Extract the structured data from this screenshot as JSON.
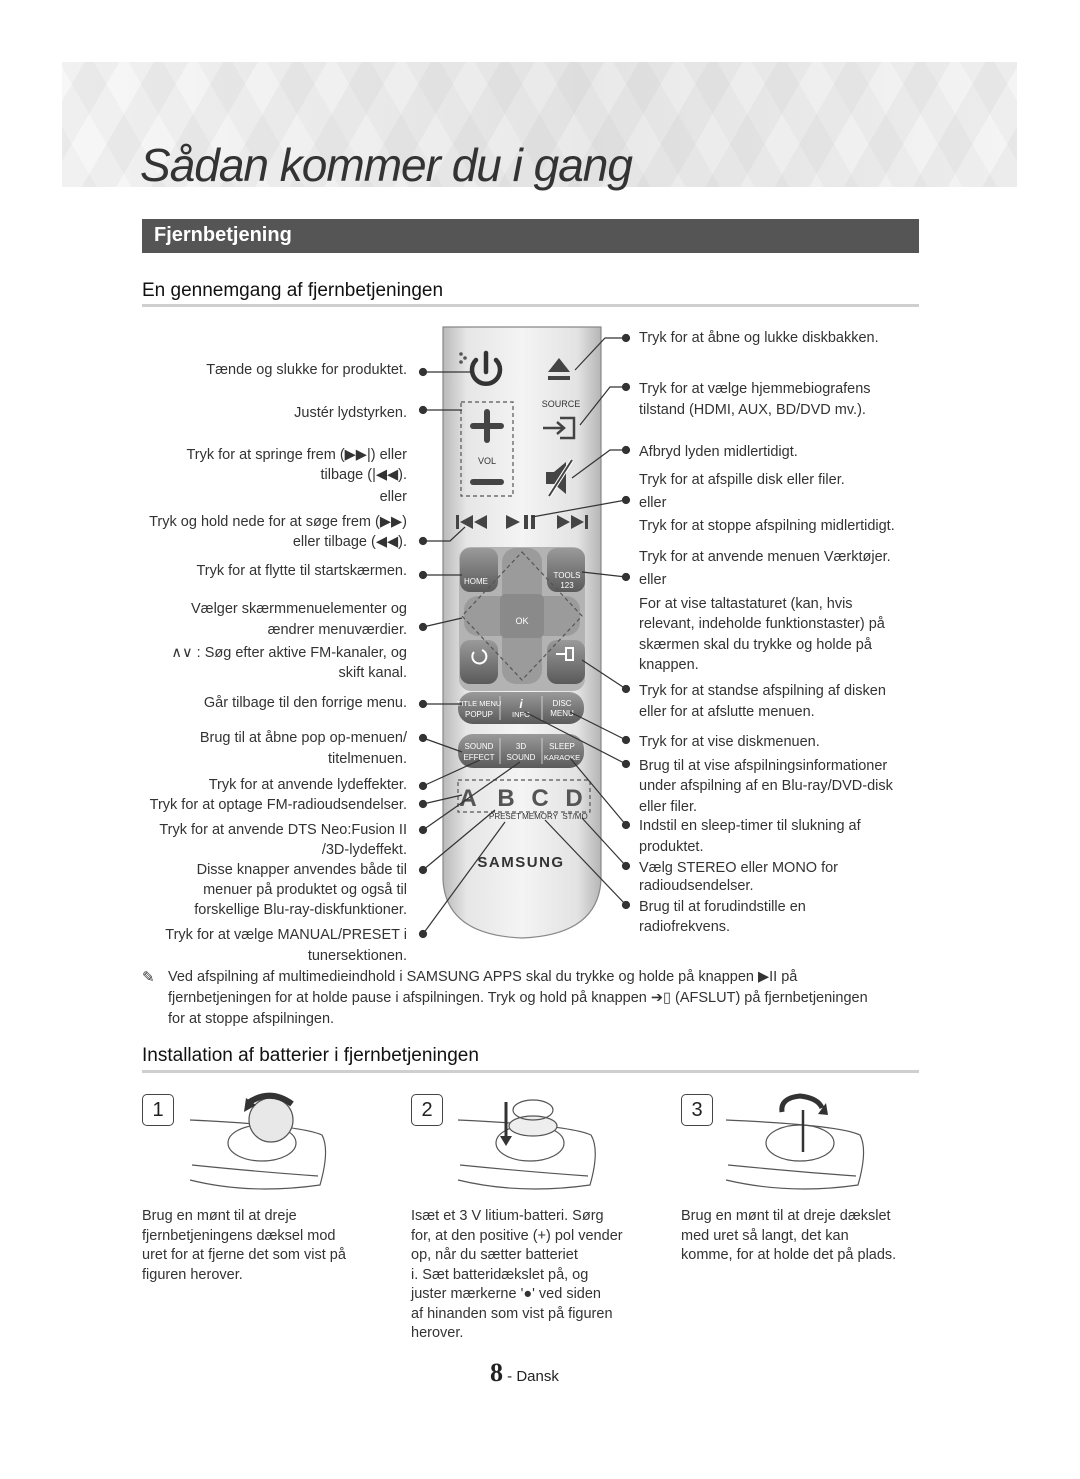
{
  "header": {
    "title": "Sådan kommer du i gang",
    "section": "Fjernbetjening"
  },
  "overview": {
    "heading": "En gennemgang af fjernbetjeningen",
    "left_labels": [
      "Tænde og slukke for produktet.",
      "Justér lydstyrken.",
      "Tryk for at springe frem (▶▶|) eller",
      "tilbage (|◀◀).",
      "eller",
      "Tryk og hold nede for at søge frem (▶▶)",
      "eller tilbage (◀◀).",
      "Tryk for at flytte til startskærmen.",
      "Vælger skærmmenuelementer og",
      "ændrer menuværdier.",
      "∧∨ : Søg efter aktive FM-kanaler, og",
      "skift kanal.",
      "Går tilbage til den forrige menu.",
      "Brug til at åbne pop op-menuen/",
      "titelmenuen.",
      "Tryk for at anvende lydeffekter.",
      "Tryk for at optage FM-radioudsendelser.",
      "Tryk for at anvende DTS Neo:Fusion II",
      "/3D-lydeffekt.",
      "Disse knapper anvendes både til",
      "menuer på produktet og også til",
      "forskellige Blu-ray-diskfunktioner.",
      "Tryk for at vælge MANUAL/PRESET i",
      "tunersektionen."
    ],
    "right_labels": [
      "Tryk for at åbne og lukke diskbakken.",
      "Tryk for at vælge hjemmebiografens",
      "tilstand (HDMI, AUX, BD/DVD mv.).",
      "Afbryd lyden midlertidigt.",
      "Tryk for at afspille disk eller filer.",
      "eller",
      "Tryk for at stoppe afspilning midlertidigt.",
      "Tryk for at anvende menuen Værktøjer.",
      "eller",
      "For at vise taltastaturet (kan, hvis",
      "relevant, indeholde funktionstaster) på",
      "skærmen skal du trykke og holde på",
      "knappen.",
      "Tryk for at standse afspilning af disken",
      "eller for at afslutte menuen.",
      "Tryk for at vise diskmenuen.",
      "Brug til at vise afspilningsinformationer",
      "under afspilning af en Blu-ray/DVD-disk",
      "eller filer.",
      "Indstil en sleep-timer til slukning af",
      "produktet.",
      "Vælg STEREO eller MONO for",
      "radioudsendelser.",
      "Brug til at forudindstille en",
      "radiofrekvens."
    ],
    "remote": {
      "source": "SOURCE",
      "vol": "VOL",
      "home": "HOME",
      "tools": "TOOLS",
      "tools_sub": "123",
      "ok": "OK",
      "title_menu": "TITLE MENU",
      "popup": "POPUP",
      "info_i": "i",
      "info": "INFO",
      "disc": "DISC",
      "menu": "MENU",
      "sound": "SOUND",
      "effect": "EFFECT",
      "three_d": "3D",
      "sound2": "SOUND",
      "sleep": "SLEEP",
      "karaoke": "KARAOKE",
      "a": "A",
      "b": "B",
      "c": "C",
      "d": "D",
      "preset": "PRESET",
      "memory": "MEMORY",
      "stmo": "ST/MO",
      "brand": "SAMSUNG"
    },
    "note_lines": [
      "Ved afspilning af multimedieindhold i SAMSUNG APPS skal du trykke og holde på knappen ▶II på",
      "fjernbetjeningen for at holde pause i afspilningen. Tryk og hold på knappen ➔▯ (AFSLUT) på fjernbetjeningen",
      "for at stoppe afspilningen."
    ]
  },
  "batteries": {
    "heading": "Installation af batterier i fjernbetjeningen",
    "steps": [
      {
        "num": "1",
        "lines": [
          "Brug en mønt til at dreje",
          "fjernbetjeningens dæksel mod",
          "uret for at fjerne det som vist på",
          "figuren herover."
        ]
      },
      {
        "num": "2",
        "lines": [
          "Isæt et 3 V litium-batteri. Sørg",
          "for, at den positive (+) pol vender",
          "op, når du sætter batteriet",
          "i. Sæt batteridækslet på, og",
          "juster mærkerne '●' ved siden",
          "af hinanden som vist på figuren",
          "herover."
        ]
      },
      {
        "num": "3",
        "lines": [
          "Brug en mønt til at dreje dækslet",
          "med uret så langt, det kan",
          "komme, for at holde det på plads."
        ]
      }
    ]
  },
  "footer": {
    "page": "8",
    "language": "- Dansk"
  }
}
